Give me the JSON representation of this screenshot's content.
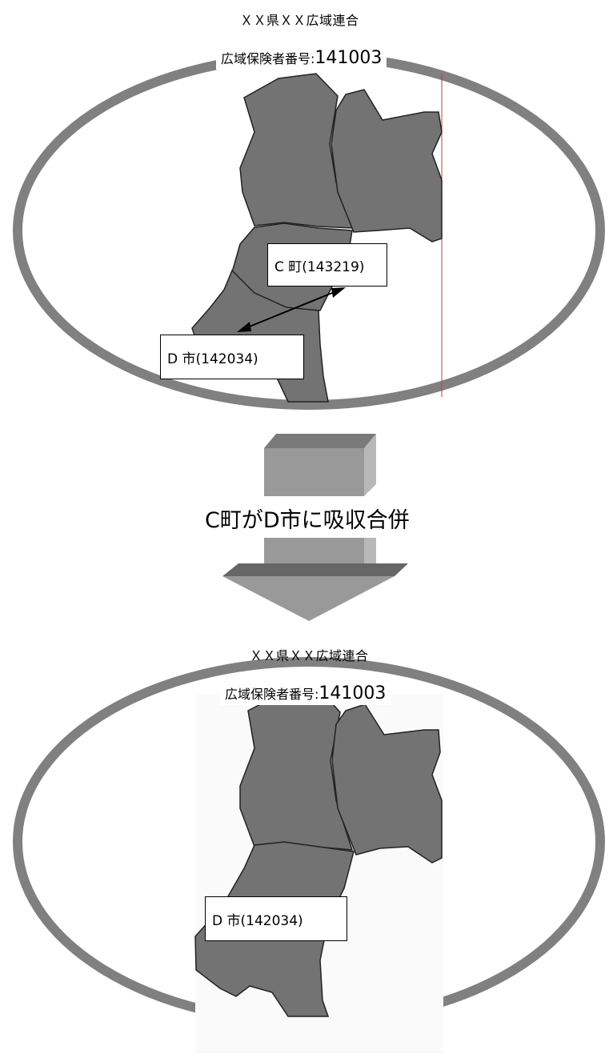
{
  "top": {
    "title": "ＸＸ県ＸＸ広域連合",
    "insurer_label": "広域保険者番号:",
    "insurer_number": "141003",
    "label_c": "C 町(143219)",
    "label_d": "D 市(142034)"
  },
  "banner": "C町がD市に吸収合併",
  "bottom": {
    "title": "ＸＸ県ＸＸ広域連合",
    "insurer_label": "広域保険者番号:",
    "insurer_number": "141003",
    "label_d": "D 市(142034)"
  },
  "colors": {
    "ring": "#808080",
    "region": "#737373",
    "arrow_light": "#9a9a9a",
    "arrow_dark": "#666666",
    "divider": "#cc3344"
  }
}
